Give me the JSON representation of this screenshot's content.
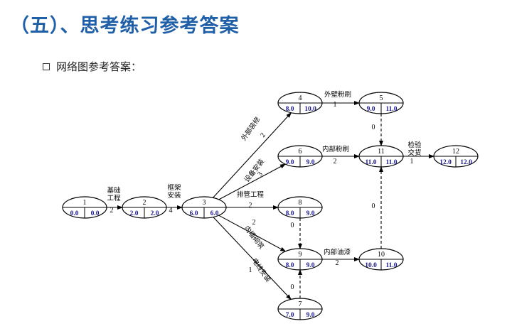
{
  "heading": "（五）、思考练习参考答案",
  "subheading": "网络图参考答案：",
  "nodes": [
    {
      "id": "1",
      "es": "0.0",
      "ls": "0.0"
    },
    {
      "id": "2",
      "es": "2.0",
      "ls": "2.0"
    },
    {
      "id": "3",
      "es": "6.0",
      "ls": "6.0"
    },
    {
      "id": "4",
      "es": "8.0",
      "ls": "10.0"
    },
    {
      "id": "5",
      "es": "9.0",
      "ls": "11.0"
    },
    {
      "id": "6",
      "es": "9.0",
      "ls": "9.0"
    },
    {
      "id": "8",
      "es": "8.0",
      "ls": "9.0"
    },
    {
      "id": "9",
      "es": "8.0",
      "ls": "9.0"
    },
    {
      "id": "7",
      "es": "7.0",
      "ls": "9.0"
    },
    {
      "id": "10",
      "es": "10.0",
      "ls": "11.0"
    },
    {
      "id": "11",
      "es": "11.0",
      "ls": "11.0"
    },
    {
      "id": "12",
      "es": "12.0",
      "ls": "12.0"
    }
  ],
  "activities": [
    {
      "from": "1",
      "to": "2",
      "name": "基础工程",
      "duration": "2"
    },
    {
      "from": "2",
      "to": "3",
      "name": "框架安装",
      "duration": "4"
    },
    {
      "from": "3",
      "to": "4",
      "name": "外部装修",
      "duration": "2"
    },
    {
      "from": "3",
      "to": "6",
      "name": "设备安装",
      "duration": "3"
    },
    {
      "from": "3",
      "to": "8",
      "name": "排管工程",
      "duration": "2"
    },
    {
      "from": "3",
      "to": "9",
      "name": "内墙砌筑",
      "duration": "2"
    },
    {
      "from": "3",
      "to": "7",
      "name": "电线安装",
      "duration": "1"
    },
    {
      "from": "4",
      "to": "5",
      "name": "外壁粉刷",
      "duration": "1"
    },
    {
      "from": "6",
      "to": "11",
      "name": "内部粉刷",
      "duration": "2"
    },
    {
      "from": "9",
      "to": "10",
      "name": "内部油漆",
      "duration": "2"
    },
    {
      "from": "11",
      "to": "12",
      "name": "检验交货",
      "duration": "1"
    },
    {
      "from": "5",
      "to": "11",
      "name": "",
      "duration": "0",
      "dummy": true
    },
    {
      "from": "10",
      "to": "11",
      "name": "",
      "duration": "0",
      "dummy": true
    },
    {
      "from": "8",
      "to": "9",
      "name": "",
      "duration": "0",
      "dummy": true
    },
    {
      "from": "7",
      "to": "9",
      "name": "",
      "duration": "0",
      "dummy": true
    }
  ]
}
